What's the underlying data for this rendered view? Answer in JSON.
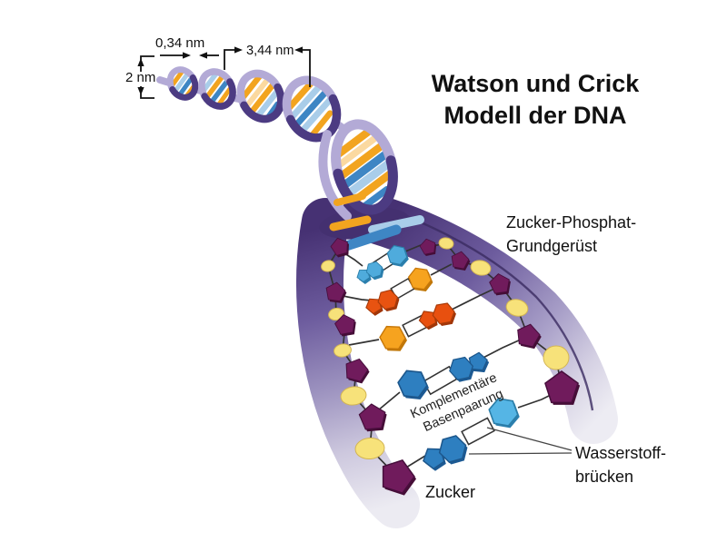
{
  "title": {
    "line1": "Watson und Crick",
    "line2": "Modell der DNA"
  },
  "measurements": {
    "rise": "0,34 nm",
    "turn": "3,44 nm",
    "diameter": "2 nm"
  },
  "labels": {
    "backbone1": "Zucker-Phosphat-",
    "backbone2": "Grundgerüst",
    "pairing1": "Komplementäre",
    "pairing2": "Basenpaarung",
    "hbond1": "Wasserstoff-",
    "hbond2": "brücken",
    "sugar": "Zucker"
  },
  "colors": {
    "background": "#ffffff",
    "ribbon_front": "#b3aad6",
    "ribbon_back": "#4c3b82",
    "strand_dark": "#463173",
    "strand_light": "#ecebf2",
    "sugar_pentagon": "#701b5c",
    "phosphate_circle": "#f7e27a",
    "base_orange": "#f6a31f",
    "base_red_orange": "#e85311",
    "base_blue": "#2e7fc0",
    "base_light_blue": "#4fabdc",
    "stripe_cream": "#fbd9a0",
    "bond_line": "#333333",
    "text": "#111111"
  },
  "base_pair_rows": [
    {
      "left": "light-blue purine",
      "right": "light-blue pyrimidine"
    },
    {
      "left": "red-orange purine",
      "right": "orange pyrimidine"
    },
    {
      "left": "orange pyrimidine",
      "right": "red-orange purine"
    },
    {
      "left": "blue pyrimidine",
      "right": "blue purine"
    },
    {
      "left": "blue purine",
      "right": "light-blue pyrimidine"
    }
  ]
}
